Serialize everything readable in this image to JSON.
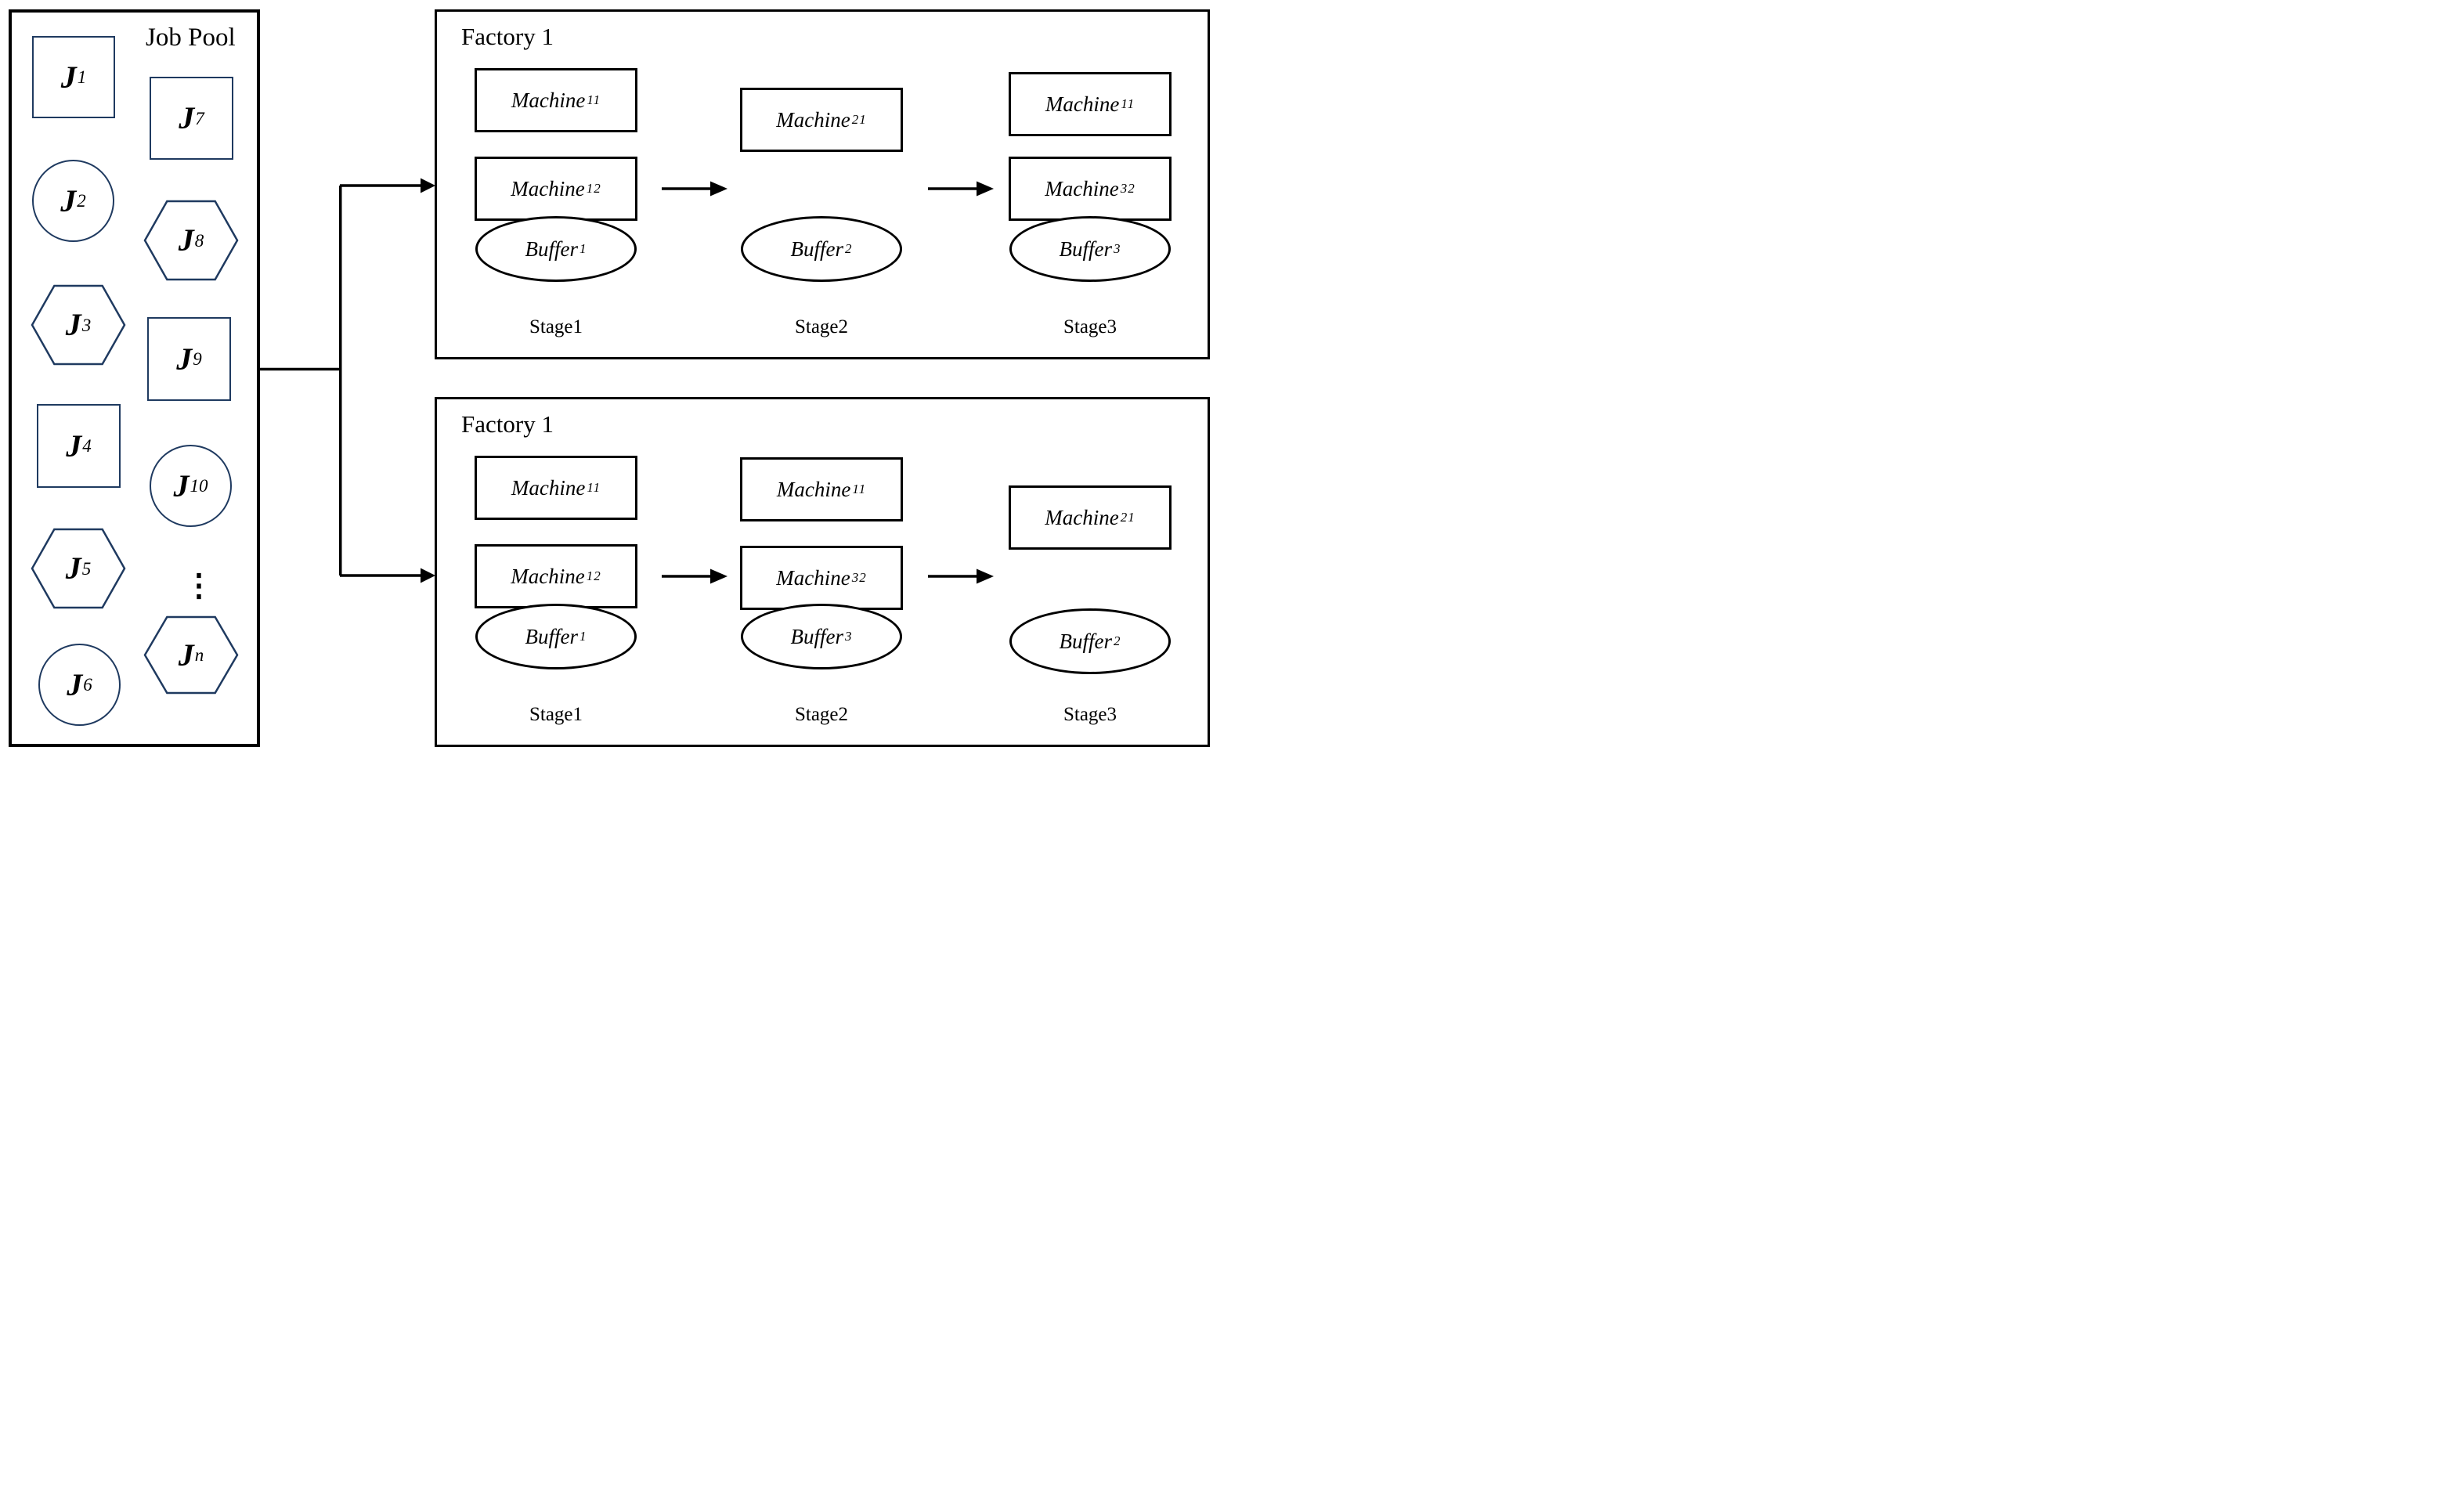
{
  "job_pool": {
    "title": "Job Pool",
    "ellipsis": "⋮",
    "jobs": [
      {
        "label": "J",
        "sub": "1",
        "shape": "square"
      },
      {
        "label": "J",
        "sub": "2",
        "shape": "circle"
      },
      {
        "label": "J",
        "sub": "3",
        "shape": "hexagon"
      },
      {
        "label": "J",
        "sub": "4",
        "shape": "square"
      },
      {
        "label": "J",
        "sub": "5",
        "shape": "hexagon"
      },
      {
        "label": "J",
        "sub": "6",
        "shape": "circle"
      },
      {
        "label": "J",
        "sub": "7",
        "shape": "square"
      },
      {
        "label": "J",
        "sub": "8",
        "shape": "hexagon"
      },
      {
        "label": "J",
        "sub": "9",
        "shape": "square"
      },
      {
        "label": "J",
        "sub": "10",
        "shape": "circle"
      },
      {
        "label": "J",
        "sub": "n",
        "shape": "hexagon"
      }
    ]
  },
  "factories": [
    {
      "title": "Factory 1",
      "stages": [
        {
          "label": "Stage1",
          "machines": [
            {
              "name": "Machine",
              "sub": "11"
            },
            {
              "name": "Machine",
              "sub": "12"
            }
          ],
          "buffer": {
            "name": "Buffer",
            "sub": "1"
          }
        },
        {
          "label": "Stage2",
          "machines": [
            {
              "name": "Machine",
              "sub": "21"
            }
          ],
          "buffer": {
            "name": "Buffer",
            "sub": "2"
          }
        },
        {
          "label": "Stage3",
          "machines": [
            {
              "name": "Machine",
              "sub": "11"
            },
            {
              "name": "Machine",
              "sub": "32"
            }
          ],
          "buffer": {
            "name": "Buffer",
            "sub": "3"
          }
        }
      ]
    },
    {
      "title": "Factory 1",
      "stages": [
        {
          "label": "Stage1",
          "machines": [
            {
              "name": "Machine",
              "sub": "11"
            },
            {
              "name": "Machine",
              "sub": "12"
            }
          ],
          "buffer": {
            "name": "Buffer",
            "sub": "1"
          }
        },
        {
          "label": "Stage2",
          "machines": [
            {
              "name": "Machine",
              "sub": "11"
            },
            {
              "name": "Machine",
              "sub": "32"
            }
          ],
          "buffer": {
            "name": "Buffer",
            "sub": "3"
          }
        },
        {
          "label": "Stage3",
          "machines": [
            {
              "name": "Machine",
              "sub": "21"
            }
          ],
          "buffer": {
            "name": "Buffer",
            "sub": "2"
          }
        }
      ]
    }
  ],
  "colors": {
    "job_shape_stroke": "#1f3a60",
    "line": "#000000",
    "background": "#ffffff"
  }
}
